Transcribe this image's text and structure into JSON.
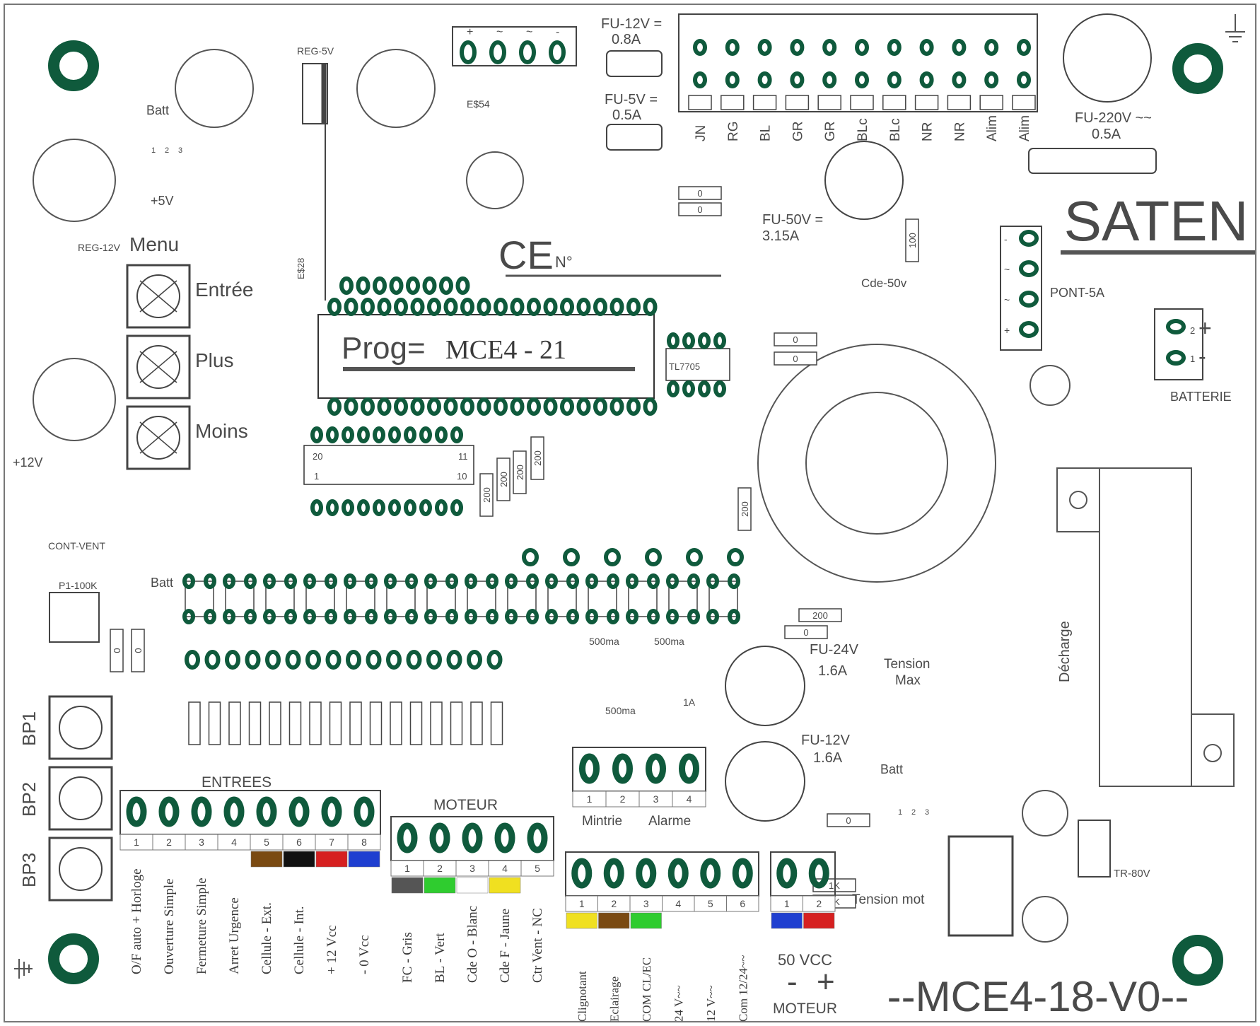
{
  "colors": {
    "trace": "#0f5a3c",
    "silk": "#555555",
    "background": "#ffffff"
  },
  "brand": "SATEN",
  "model": "--MCE4-18-V0--",
  "program": {
    "label": "Prog=",
    "value": "MCE4 - 21"
  },
  "ce_mark": {
    "symbol": "CE",
    "suffix": "N°"
  },
  "fuses": {
    "fu12v_top": [
      "FU-12V =",
      "0.8A"
    ],
    "fu5v": [
      "FU-5V =",
      "0.5A"
    ],
    "fu220v": [
      "FU-220V ~~",
      "0.5A"
    ],
    "fu50v": [
      "FU-50V =",
      "3.15A"
    ],
    "fu24v": [
      "FU-24V",
      "1.6A"
    ],
    "fu12v_bottom": [
      "FU-12V",
      "1.6A"
    ]
  },
  "transformer_terminals": [
    "JN",
    "RG",
    "BL",
    "GR",
    "GR",
    "BLc",
    "BLc",
    "NR",
    "NR",
    "Alim",
    "Alim"
  ],
  "components": {
    "reg5v": "REG-5V",
    "reg12v": "REG-12V",
    "es54": "E$54",
    "es28": "E$28",
    "tl7705": "TL7705",
    "cde50v": "Cde-50v",
    "pont5a": "PONT-5A",
    "batterie": "BATTERIE",
    "cont_vent": "CONT-VENT",
    "p1": "P1-100K",
    "tr80v": "TR-80V",
    "plus5v": "+5V",
    "plus12v": "+12V",
    "decharge": "Décharge",
    "tension_max": [
      "Tension",
      "Max"
    ],
    "tension_mot": "Tension mot",
    "fuse_500ma": "500ma",
    "fuse_1a": "1A",
    "batt": "Batt",
    "dip_20": "20",
    "dip_11": "11",
    "dip_1": "1",
    "dip_10": "10"
  },
  "resistor_values": [
    "0",
    "0",
    "100",
    "0",
    "0",
    "200",
    "200",
    "200",
    "200",
    "200",
    "0",
    "0",
    "200",
    "0",
    "0",
    "1K",
    "1K"
  ],
  "buttons": {
    "menu_title": "Menu",
    "menu": [
      "Entrée",
      "Plus",
      "Moins"
    ],
    "bp": [
      "BP1",
      "BP2",
      "BP3"
    ]
  },
  "entrees": {
    "title": "ENTREES",
    "numbers": [
      "1",
      "2",
      "3",
      "4",
      "5",
      "6",
      "7",
      "8"
    ],
    "labels": [
      "O/F auto + Horloge",
      "Ouverture Simple",
      "Fermeture Simple",
      "Arret Urgence",
      "Cellule - Ext.",
      "Cellule - Int.",
      "+ 12 Vcc",
      "- 0 Vcc"
    ],
    "wire_colors": [
      "",
      "",
      "",
      "",
      "#7a4a12",
      "#111111",
      "#d62020",
      "#1f3fd0"
    ]
  },
  "moteur": {
    "title": "MOTEUR",
    "numbers": [
      "1",
      "2",
      "3",
      "4",
      "5"
    ],
    "labels": [
      "FC - Gris",
      "BL - Vert",
      "Cde O - Blanc",
      "Cde F - Jaune",
      "Ctr Vent - NC"
    ],
    "wire_colors": [
      "#555555",
      "#2fcc2f",
      "#ffffff",
      "#f0e020",
      ""
    ]
  },
  "accessoires": {
    "numbers": [
      "1",
      "2",
      "3",
      "4",
      "5",
      "6"
    ],
    "labels": [
      "Clignotant",
      "Eclairage",
      "COM CL/EC",
      "24 V~~",
      "12 V~~",
      "Com 12/24~~"
    ],
    "wire_colors": [
      "#f0e020",
      "#7a4a12",
      "#2fcc2f",
      "",
      "",
      ""
    ]
  },
  "mintrie_alarme": {
    "numbers": [
      "1",
      "2",
      "3",
      "4"
    ],
    "labels": [
      "Mintrie",
      "Alarme"
    ]
  },
  "motor_supply": {
    "numbers": [
      "1",
      "2"
    ],
    "voltage": "50 VCC",
    "minus": "-",
    "plus": "+",
    "label": "MOTEUR",
    "wire_colors": [
      "#1f3fd0",
      "#d62020"
    ]
  },
  "top_bridge_symbols": [
    "+",
    "~",
    "~",
    "-"
  ],
  "pont_symbols": [
    "-",
    "~",
    "~",
    "+"
  ],
  "battery_terminals": {
    "pins": [
      "2",
      "1"
    ],
    "signs": [
      "+",
      "-"
    ]
  },
  "batt_pins": [
    "1",
    "2",
    "3"
  ]
}
